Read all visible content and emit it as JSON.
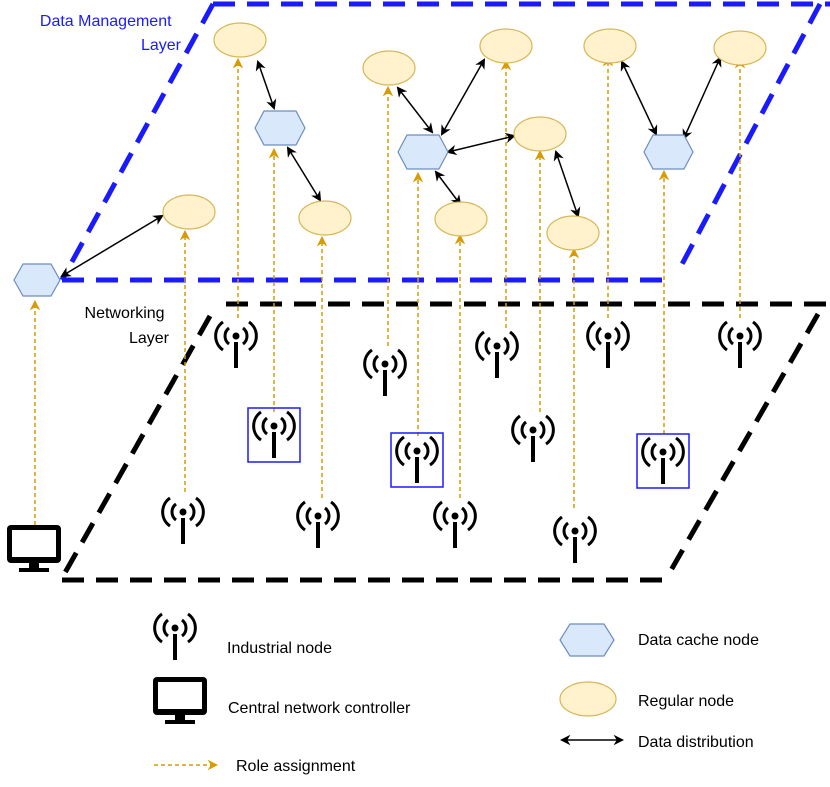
{
  "layers": {
    "data_management": "Data Management\nLayer",
    "networking": "Networking\nLayer"
  },
  "legend": {
    "industrial_node": "Industrial node",
    "central_controller": "Central network controller",
    "role_assignment": "Role assignment",
    "data_cache_node": "Data cache node",
    "regular_node": "Regular node",
    "data_distribution": "Data distribution"
  },
  "colors": {
    "data_layer_border": "#1a1aff",
    "network_layer_border": "#000000",
    "cache_node_fill": "#dae8fc",
    "cache_node_stroke": "#6c8ebf",
    "regular_node_fill": "#fff2cc",
    "regular_node_stroke": "#d6b656",
    "role_arrow": "#d79b00",
    "selected_box": "#1a1aff"
  },
  "icons": {
    "industrial_node": "antenna-icon",
    "controller": "monitor-icon"
  }
}
